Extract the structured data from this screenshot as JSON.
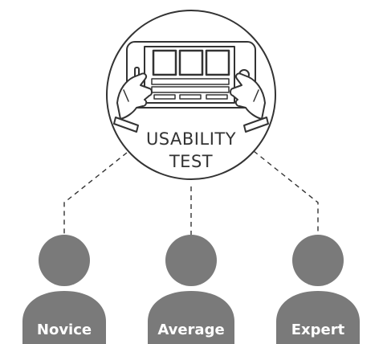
{
  "diagram": {
    "title_line1": "USABILITY",
    "title_line2": "TEST",
    "personas": [
      {
        "label": "Novice"
      },
      {
        "label": "Average"
      },
      {
        "label": "Expert"
      }
    ],
    "colors": {
      "line": "#333333",
      "persona_fill": "#7a7a7a",
      "persona_text": "#ffffff",
      "background": "#ffffff"
    },
    "icons": {
      "center": "tablet-in-hands-icon",
      "persona": "user-silhouette-icon"
    }
  }
}
